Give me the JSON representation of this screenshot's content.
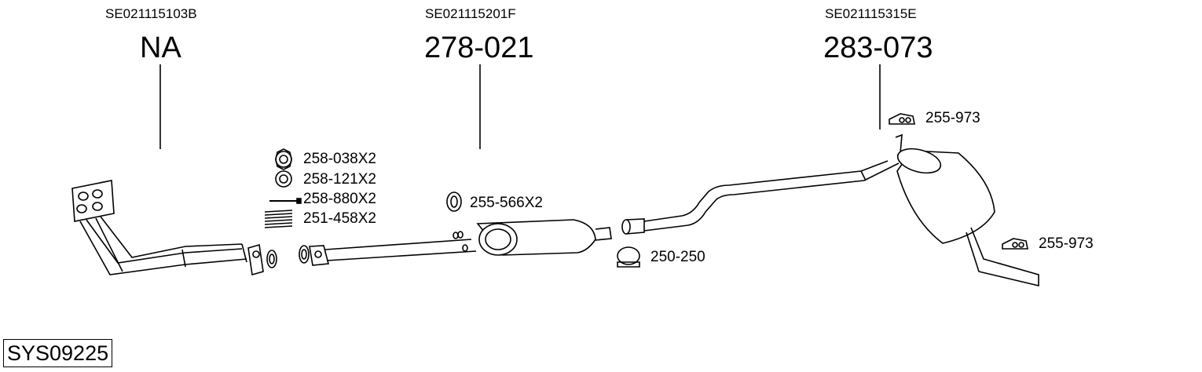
{
  "groups": [
    {
      "code": "SE021115103B",
      "number": "NA"
    },
    {
      "code": "SE021115201F",
      "number": "278-021"
    },
    {
      "code": "SE021115315E",
      "number": "283-073"
    }
  ],
  "parts": {
    "nut": "258-038X2",
    "washer": "258-121X2",
    "bolt": "258-880X2",
    "spring": "251-458X2",
    "gasket": "255-566X2",
    "clamp": "250-250",
    "hanger_upper": "255-973",
    "hanger_lower": "255-973"
  },
  "system_code": "SYS09225",
  "colors": {
    "line": "#000000",
    "background": "#ffffff"
  }
}
